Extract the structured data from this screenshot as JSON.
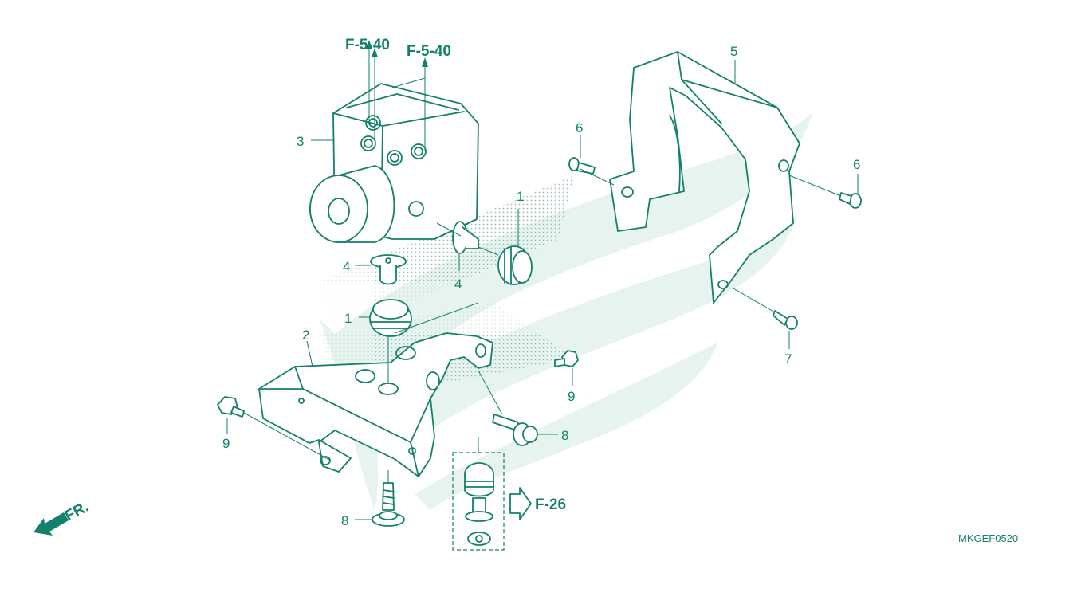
{
  "diagram": {
    "code": "MKGEF0520",
    "direction_label": "FR.",
    "refs": {
      "top_left": "F-5-40",
      "top_right": "F-5-40",
      "side": "F-26"
    },
    "callouts": [
      {
        "id": "p3",
        "text": "3"
      },
      {
        "id": "p4a",
        "text": "4"
      },
      {
        "id": "p4b",
        "text": "4"
      },
      {
        "id": "p1a",
        "text": "1"
      },
      {
        "id": "p1b",
        "text": "1"
      },
      {
        "id": "p2",
        "text": "2"
      },
      {
        "id": "p5",
        "text": "5"
      },
      {
        "id": "p6a",
        "text": "6"
      },
      {
        "id": "p6b",
        "text": "6"
      },
      {
        "id": "p7",
        "text": "7"
      },
      {
        "id": "p8a",
        "text": "8"
      },
      {
        "id": "p8b",
        "text": "8"
      },
      {
        "id": "p9a",
        "text": "9"
      },
      {
        "id": "p9b",
        "text": "9"
      }
    ],
    "colors": {
      "ink": "#13806b",
      "watermark": "#e6f3ef",
      "shading": "#9dbfb5"
    }
  }
}
